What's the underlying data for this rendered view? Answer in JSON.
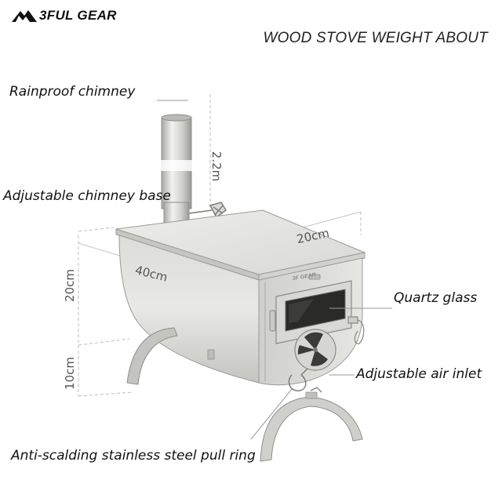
{
  "brand": {
    "logo_text": "3FUL GEAR"
  },
  "heading": {
    "text": "WOOD STOVE WEIGHT ABOUT"
  },
  "callouts": {
    "chimney": "Rainproof chimney",
    "chimney_base": "Adjustable chimney base",
    "glass": "Quartz glass",
    "air_inlet": "Adjustable air inlet",
    "pull_ring": "Anti-scalding stainless steel pull ring"
  },
  "dimensions": {
    "chimney_length": "2.2m",
    "depth": "20cm",
    "length": "40cm",
    "body_height": "20cm",
    "leg_height": "10cm"
  },
  "colors": {
    "steel_light": "#e4e4e2",
    "steel_mid": "#c9c9c6",
    "steel_dark": "#9d9d99",
    "glass": "#2a2a28",
    "dim_line": "#b0b0b0"
  }
}
